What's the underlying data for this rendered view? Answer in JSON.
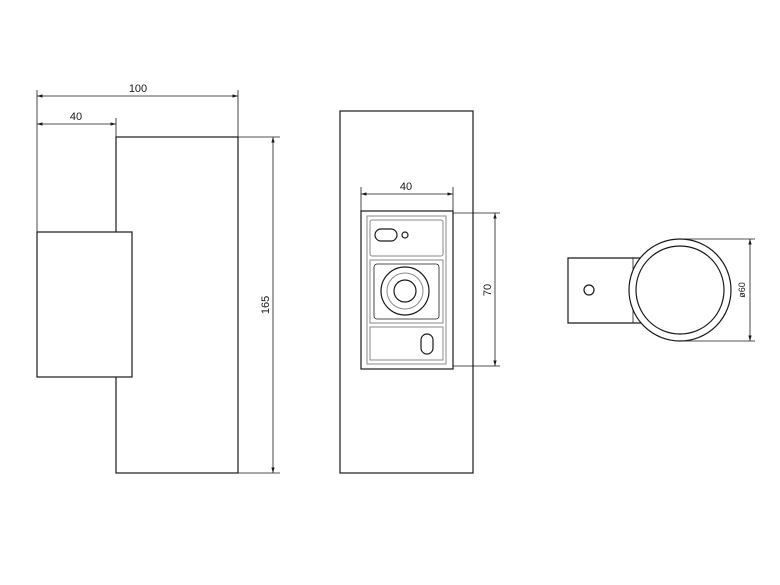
{
  "dimensions": {
    "side_width": "100",
    "side_depth": "40",
    "side_height": "165",
    "front_plate_width": "40",
    "front_plate_height": "70",
    "top_diameter": "ø60"
  }
}
